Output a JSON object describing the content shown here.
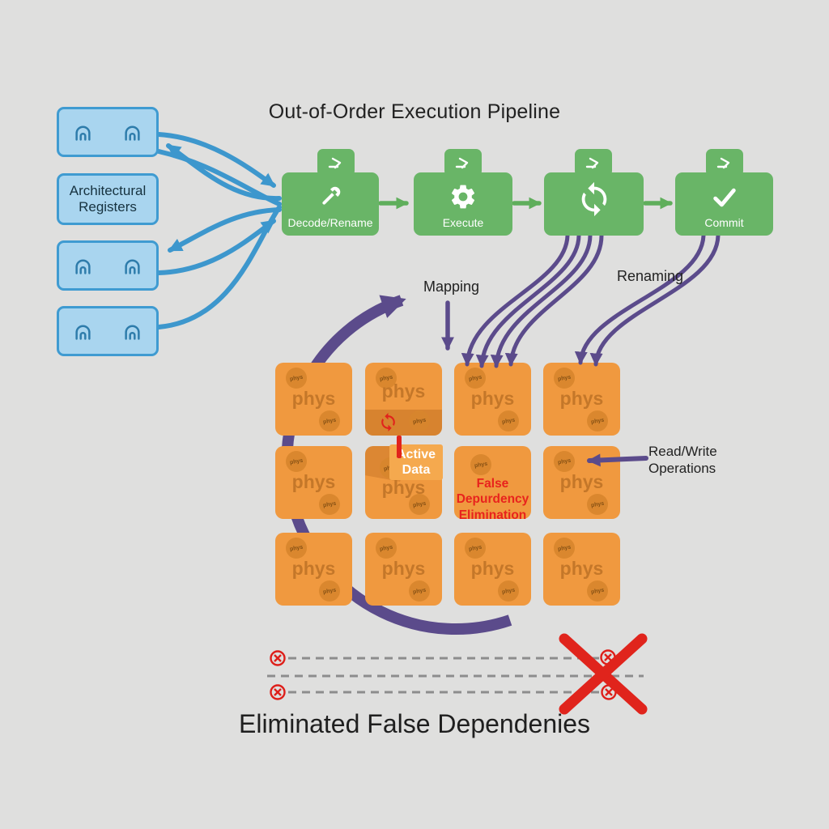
{
  "title": "Out-of-Order Execution Pipeline",
  "registers_panel": {
    "label": "Architectural Registers",
    "box_count": 4
  },
  "pipeline": {
    "stages": [
      {
        "label": "Decode/Rename",
        "icon": "wrench-icon"
      },
      {
        "label": "Execute",
        "icon": "gear-icon"
      },
      {
        "label": "",
        "icon": "sync-icon"
      },
      {
        "label": "Commit",
        "icon": "check-icon"
      }
    ]
  },
  "annotations": {
    "mapping": "Mapping",
    "renaming": "Renaming",
    "read_write_line1": "Read/Write",
    "read_write_line2": "Operations",
    "active_line1": "Active",
    "active_line2": "Data",
    "false_dep_line1": "False",
    "false_dep_line2": "Depurdency",
    "false_dep_line3": "Elimination",
    "eliminated": "Eliminated False Dependenies"
  },
  "physical_registers": {
    "label": "phys",
    "chip_label": "phys",
    "rows": 3,
    "cols": 4
  },
  "colors": {
    "background": "#dfdfde",
    "blue_fill": "#a9d5ef",
    "blue_stroke": "#3f9bd1",
    "green": "#69b567",
    "purple": "#5b4b8b",
    "orange": "#f0993f",
    "red": "#e1231c"
  }
}
